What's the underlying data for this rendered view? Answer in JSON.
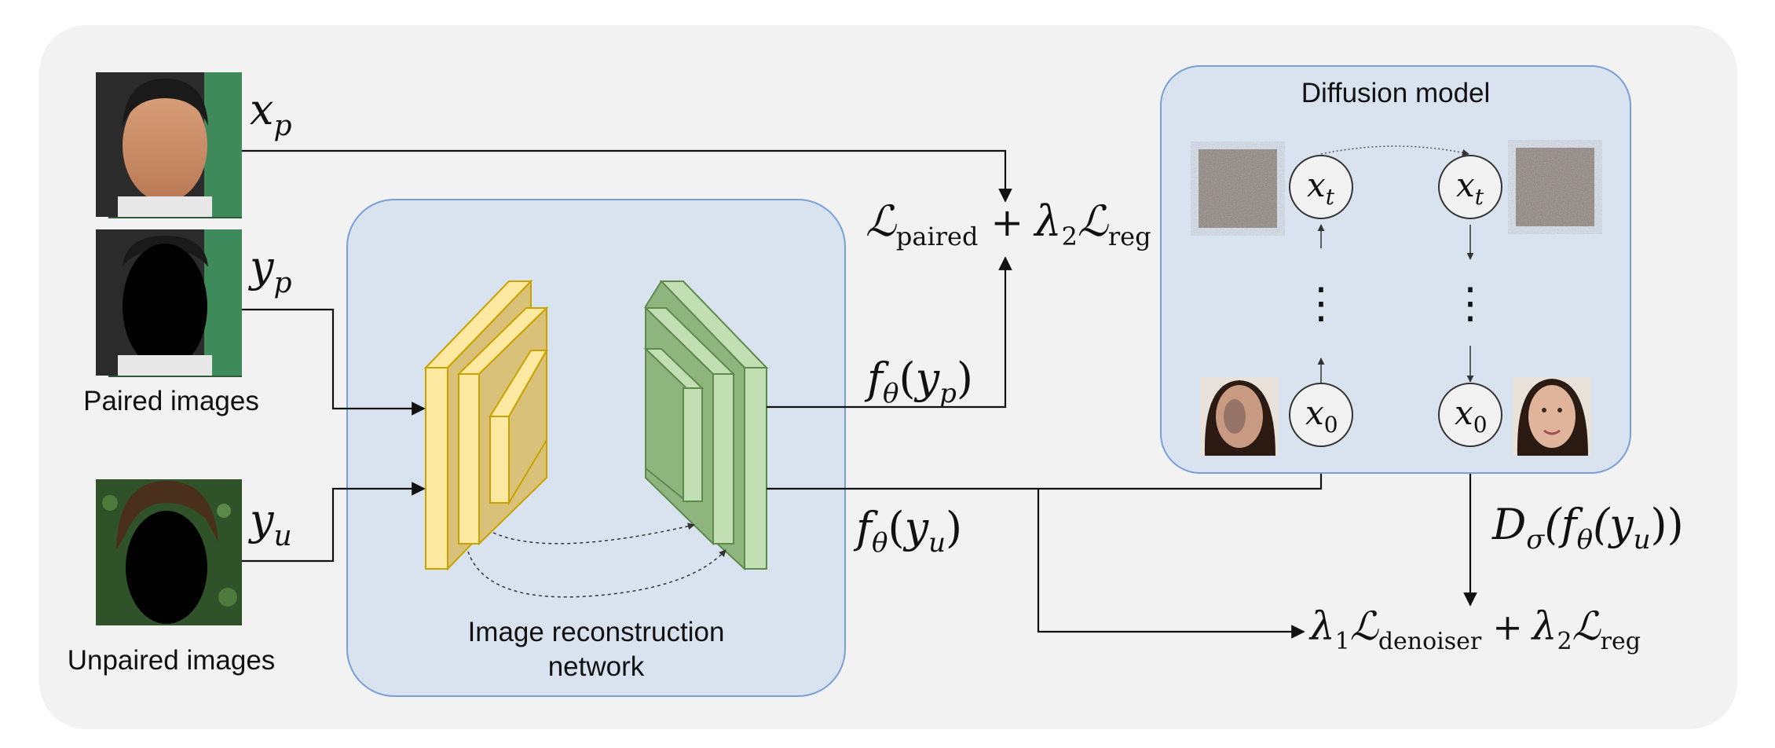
{
  "inputs": {
    "paired_caption": "Paired images",
    "unpaired_caption": "Unpaired images",
    "xp_label": {
      "base": "x",
      "sub": "p"
    },
    "yp_label": {
      "base": "y",
      "sub": "p"
    },
    "yu_label": {
      "base": "y",
      "sub": "u"
    }
  },
  "network": {
    "caption_line1": "Image reconstruction",
    "caption_line2": "network"
  },
  "losses": {
    "paired": {
      "L": "ℒ",
      "sub": "paired",
      "plus": "+",
      "lambda": "λ",
      "lambda_sub": "2",
      "L2": "ℒ",
      "sub2": "reg"
    },
    "denoiser": {
      "lambda1": "λ",
      "lambda1_sub": "1",
      "L": "ℒ",
      "sub": "denoiser",
      "plus": "+",
      "lambda2": "λ",
      "lambda2_sub": "2",
      "L2": "ℒ",
      "sub2": "reg"
    }
  },
  "outputs": {
    "f_yp": {
      "f": "f",
      "theta": "θ",
      "open": "(",
      "y": "y",
      "sub": "p",
      "close": ")"
    },
    "f_yu": {
      "f": "f",
      "theta": "θ",
      "open": "(",
      "y": "y",
      "sub": "u",
      "close": ")"
    },
    "d_sigma": {
      "D": "D",
      "sigma": "σ",
      "text": "(f",
      "theta": "θ",
      "y": "(y",
      "sub": "u",
      "close": "))"
    }
  },
  "diffusion": {
    "title": "Diffusion model",
    "xt_left": {
      "base": "x",
      "sub": "t"
    },
    "xt_right": {
      "base": "x",
      "sub": "t"
    },
    "x0_left": {
      "base": "x",
      "sub": "0"
    },
    "x0_right": {
      "base": "x",
      "sub": "0"
    },
    "dots": "⋮"
  },
  "colors": {
    "background_panel": "#f2f2f2",
    "blue_panel": "#d9e3f0",
    "blue_border": "#7a9fd4",
    "yellow_face": "#fde9a1",
    "yellow_side": "#d9c17a",
    "green_face": "#c2dfb4",
    "green_side": "#8fb57f"
  }
}
